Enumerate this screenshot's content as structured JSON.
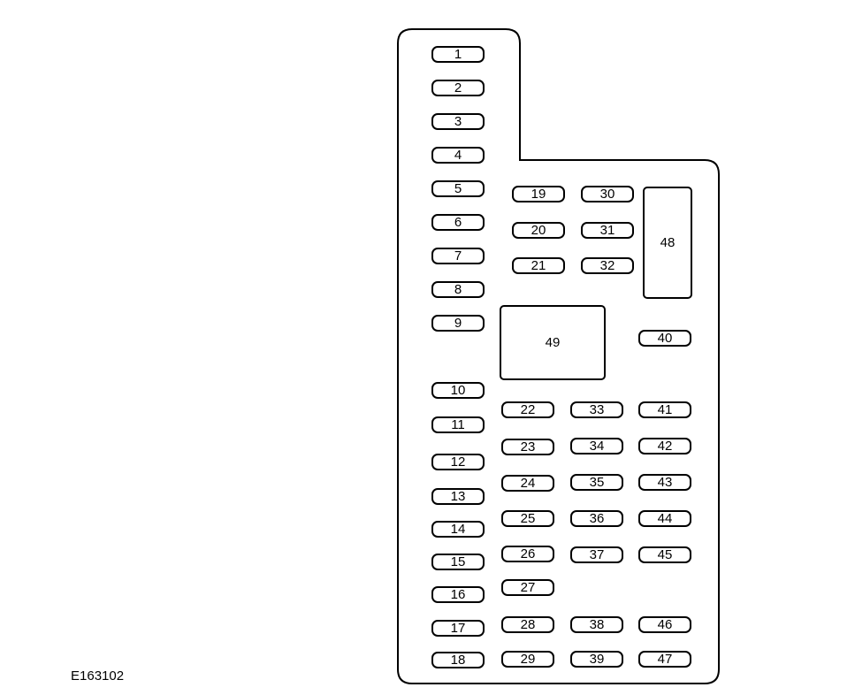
{
  "figure_id": "E163102",
  "fuses": [
    "1",
    "2",
    "3",
    "4",
    "5",
    "6",
    "7",
    "8",
    "9",
    "10",
    "11",
    "12",
    "13",
    "14",
    "15",
    "16",
    "17",
    "18",
    "19",
    "20",
    "21",
    "22",
    "23",
    "24",
    "25",
    "26",
    "27",
    "28",
    "29",
    "30",
    "31",
    "32",
    "33",
    "34",
    "35",
    "36",
    "37",
    "38",
    "39",
    "40",
    "41",
    "42",
    "43",
    "44",
    "45",
    "46",
    "47"
  ],
  "relays": [
    "48",
    "49"
  ]
}
